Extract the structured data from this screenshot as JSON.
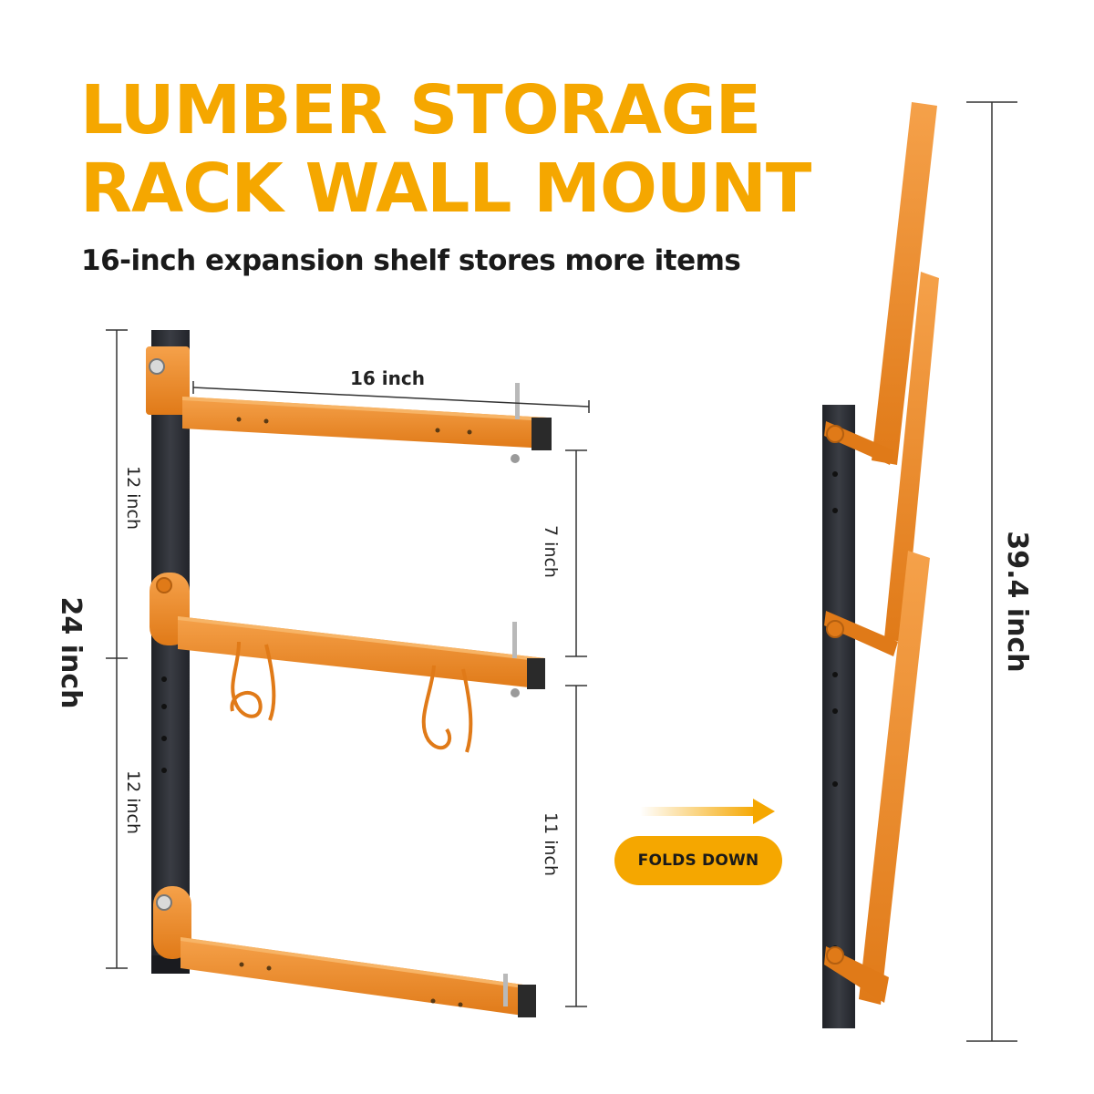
{
  "title": {
    "line1": "LUMBER STORAGE",
    "line2": "RACK WALL MOUNT",
    "color": "#f5a700"
  },
  "subtitle": "16-inch expansion shelf stores more items",
  "dimensions": {
    "total_height": "24 inch",
    "upper_segment": "12 inch",
    "lower_segment": "12 inch",
    "arm_length": "16 inch",
    "upper_gap": "7 inch",
    "lower_gap": "11 inch",
    "folded_height": "39.4 inch"
  },
  "fold_label": "FOLDS DOWN",
  "colors": {
    "arm_orange": "#ec8a22",
    "post_black": "#2b2d33",
    "accent": "#f5a700"
  }
}
